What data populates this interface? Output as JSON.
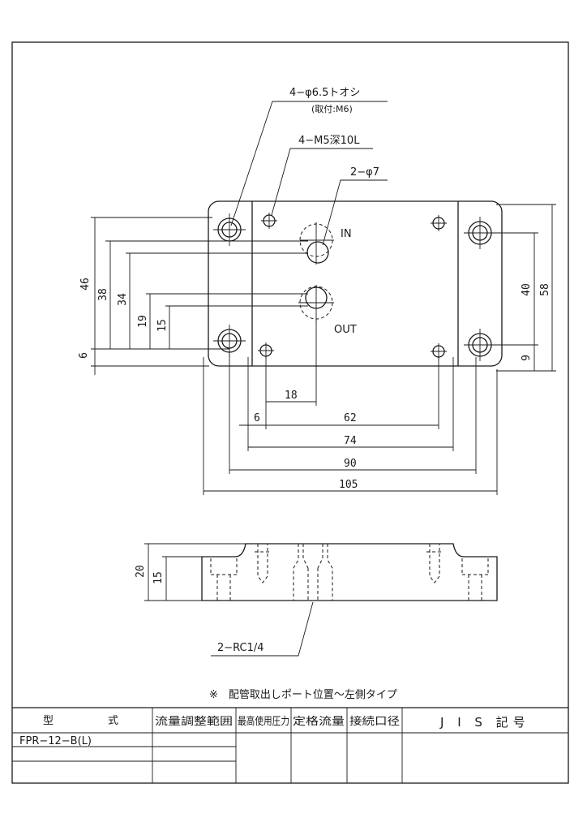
{
  "callouts": {
    "hole_spec": "4−φ6.5トオシ",
    "hole_note": "(取付:M6)",
    "tap_spec": "4−M5深10L",
    "port_spec": "2−φ7",
    "rc_spec": "2−RC1/4"
  },
  "ports": {
    "in": "IN",
    "out": "OUT"
  },
  "dims": {
    "d46": "46",
    "d38": "38",
    "d34": "34",
    "d19": "19",
    "d15": "15",
    "d6v": "6",
    "d40": "40",
    "d58": "58",
    "d9": "9",
    "d18": "18",
    "d6h": "6",
    "d62": "62",
    "d74": "74",
    "d90": "90",
    "d105": "105",
    "s20": "20",
    "s15": "15"
  },
  "note": "※　配管取出しポート位置〜左側タイプ",
  "table": {
    "h_model": "型",
    "h_model2": "式",
    "h_flow_range": "流量調整範囲",
    "h_max_pressure": "最高使用圧力",
    "h_rated_flow": "定格流量",
    "h_port": "接続口径",
    "h_jis": "J I S 記号",
    "model_value": "FPR−12−B(L)"
  }
}
